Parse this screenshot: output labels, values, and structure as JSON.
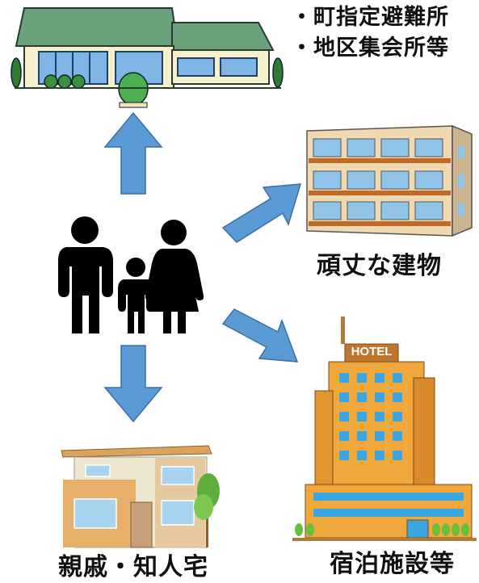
{
  "labels": {
    "community_line1": "・町指定避難所",
    "community_line2": "・地区集会所等",
    "sturdy_building": "頑丈な建物",
    "relatives_home": "親戚・知人宅",
    "lodging": "宿泊施設等",
    "hotel_sign": "HOTEL"
  },
  "colors": {
    "arrow": "#5b9bd5",
    "arrow_stroke": "#3a6ea5",
    "roof": "#6aa27e",
    "people": "#000000"
  },
  "icons": {
    "community": "evacuation-center-icon",
    "apartment": "apartment-building-icon",
    "family": "family-icon",
    "house": "house-icon",
    "hotel": "hotel-icon"
  }
}
